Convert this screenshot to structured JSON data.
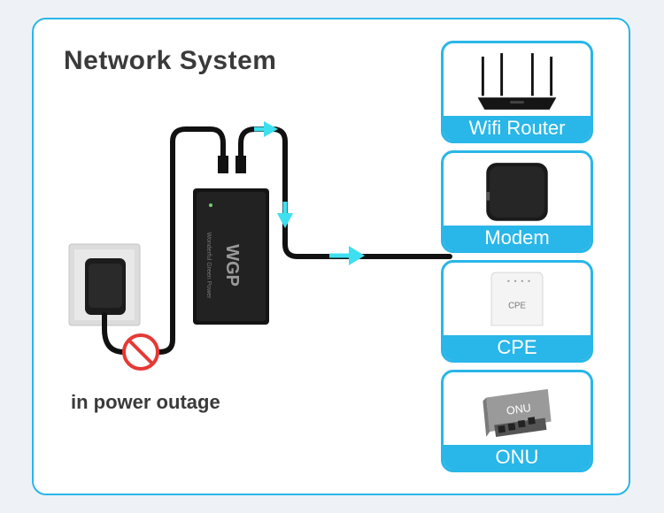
{
  "title": "Network System",
  "caption": "in power outage",
  "ups_brand": "WGP",
  "ups_slogan": "Wonderful Green Power",
  "devices": [
    {
      "label": "Wifi Router",
      "icon": "wifi-router-icon"
    },
    {
      "label": "Modem",
      "icon": "modem-icon"
    },
    {
      "label": "CPE",
      "icon": "cpe-icon",
      "device_text": "CPE"
    },
    {
      "label": "ONU",
      "icon": "onu-icon",
      "device_text": "ONU"
    }
  ],
  "colors": {
    "accent": "#29b6e8",
    "arrow": "#3ee0f0",
    "forbidden": "#e53935",
    "cable": "#111111"
  }
}
